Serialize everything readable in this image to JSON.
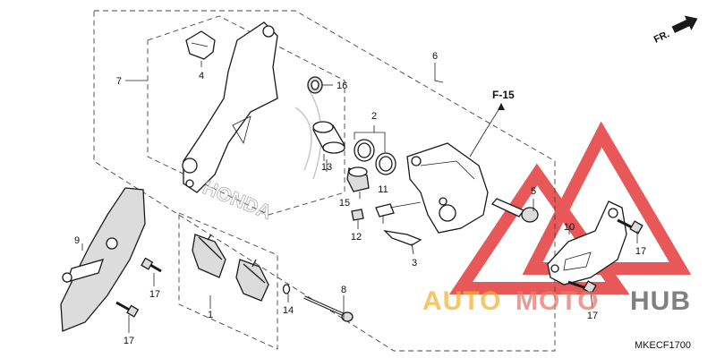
{
  "diagram": {
    "code": "MKECF1700",
    "reference": "F-15",
    "direction": "FR.",
    "brand_emboss": "HONDA",
    "callouts": [
      "1",
      "2",
      "3",
      "4",
      "5",
      "6",
      "7",
      "8",
      "9",
      "10",
      "11",
      "12",
      "13",
      "14",
      "15",
      "16",
      "17"
    ]
  },
  "watermark": {
    "text_auto": "AUTO",
    "text_moto": "MOTO",
    "text_hub": "HUB",
    "color_auto": "#f2b233",
    "color_moto": "#e8796b",
    "color_hub": "#6b6b6b",
    "triangle_color": "#e43c3c"
  }
}
